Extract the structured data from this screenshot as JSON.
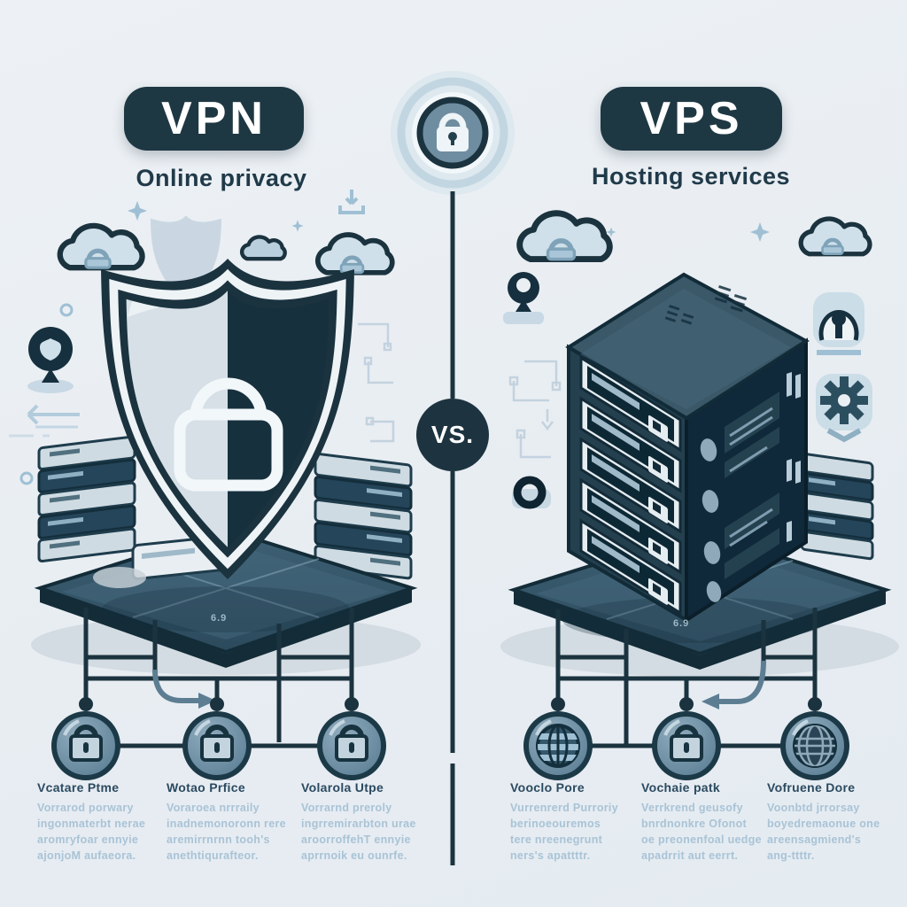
{
  "divider": {
    "vs_label": "VS."
  },
  "left": {
    "title": "VPN",
    "subtitle": "Online privacy",
    "platform_label": "6.9",
    "features": [
      {
        "icon": "padlock-icon",
        "heading": "Vcatare Ptme",
        "body": "Vorrarod porwary ingonmaterbt nerae aromryfoar ennyie ajonjoM aufaeora."
      },
      {
        "icon": "padlock-icon",
        "heading": "Wotao Prfice",
        "body": "Voraroea nrrraily inadnemonoronn rere aremirrnrnn tooh's anethtiqurafteor."
      },
      {
        "icon": "padlock-icon",
        "heading": "Volarola Utpe",
        "body": "Vorrarnd preroly ingrremirarbton urae aroorroffehT ennyie aprrnoik eu ounrfe."
      }
    ]
  },
  "right": {
    "title": "VPS",
    "subtitle": "Hosting services",
    "platform_label": "6.9",
    "features": [
      {
        "icon": "globe-icon",
        "heading": "Vooclo Pore",
        "body": "Vurrenrerd Purroriy berinoeouremos tere nreenegrunt ners's apattttr."
      },
      {
        "icon": "padlock-icon",
        "heading": "Vochaie patk",
        "body": "Verrkrend geusofy bnrdnonkre Ofonot oe preonenfoal uedge apadrrit aut eerrt."
      },
      {
        "icon": "globe-wire-icon",
        "heading": "Vofruene Dore",
        "body": "Voonbtd jrrorsay boyedremaonue one areensagmiend's ang-ttttr."
      }
    ]
  },
  "colors": {
    "background": "#eaeff3",
    "ink": "#1b333f",
    "badge": "#1e3843",
    "slate": "#7897ab",
    "light_blue": "#c7dae6",
    "muted_text": "#a9c3d6",
    "heading_text": "#2b4a60"
  }
}
